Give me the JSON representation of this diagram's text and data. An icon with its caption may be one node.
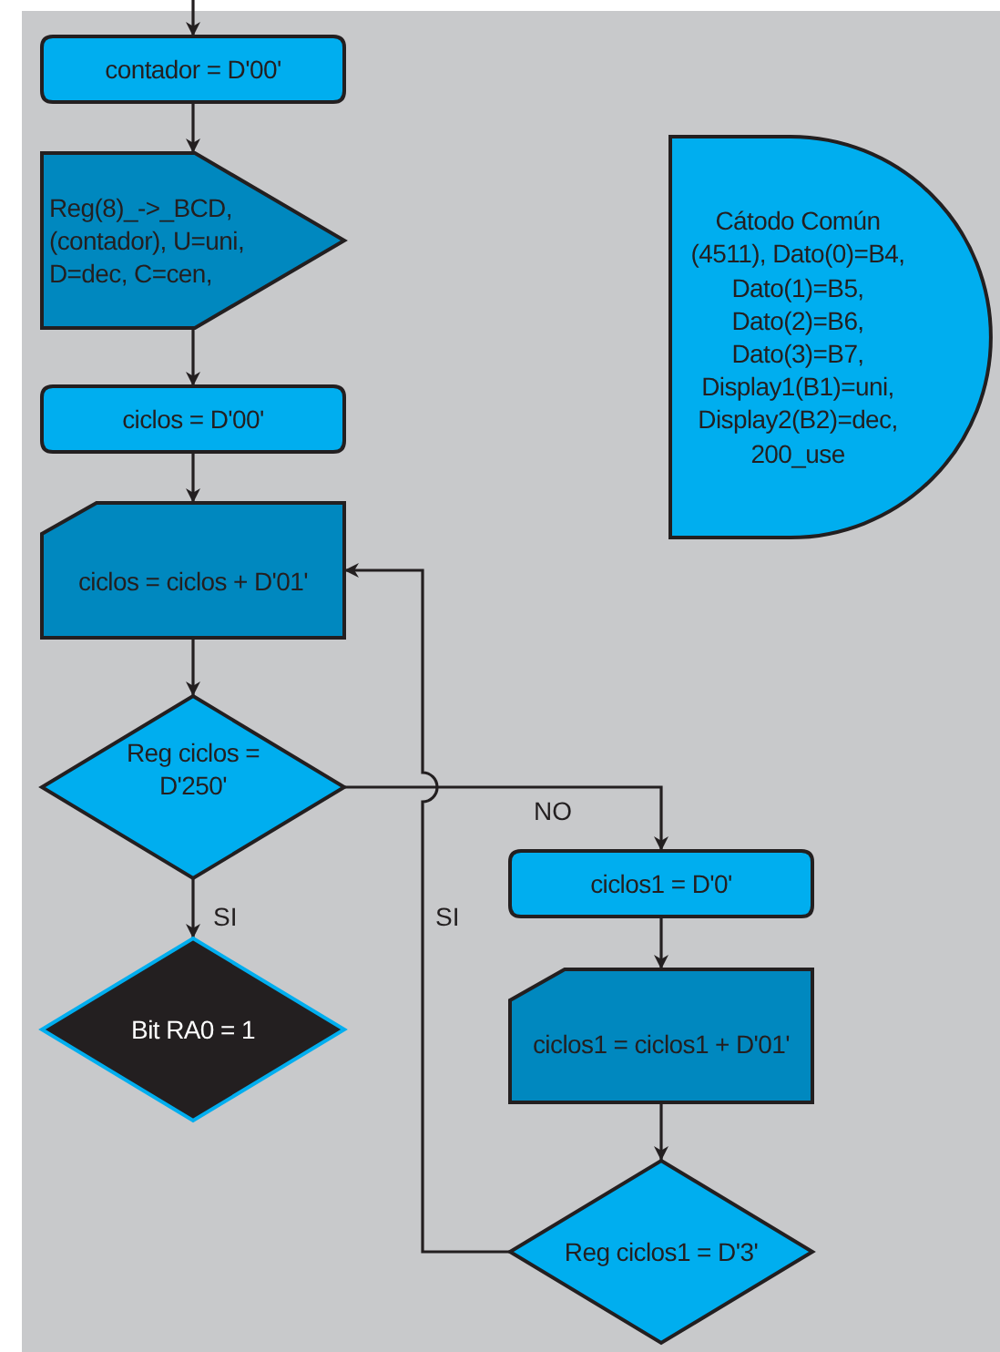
{
  "diagram": {
    "nodes": [
      {
        "text": [
          "contador = D'00'"
        ]
      },
      {
        "text": [
          "Reg(8)_->_BCD, (contador), U=uni, D=dec, C=cen,"
        ]
      },
      {
        "text": [
          "ciclos = D'00'"
        ]
      },
      {
        "text": [
          "ciclos = ciclos + D'01'"
        ]
      },
      {
        "text": [
          "Reg ciclos = D'250'"
        ]
      },
      {
        "text": [
          "Bit RA0 = 1"
        ]
      },
      {
        "text": [
          "ciclos1 = D'0'"
        ]
      },
      {
        "text": [
          "ciclos1 = ciclos1 + D'01'"
        ]
      },
      {
        "text": [
          "Reg ciclos1 = D'3'"
        ]
      },
      {
        "text": [
          "Cátodo Común (4511), Dato(0)=B4, Dato(1)=B5, Dato(2)=B6, Dato(3)=B7, Display1(B1)=uni, Display2(B2)=dec, 200_use"
        ]
      }
    ],
    "edges": [
      {
        "from": null,
        "to": 0,
        "arrow": "to"
      },
      {
        "from": 0,
        "to": 1,
        "arrow": "to"
      },
      {
        "from": 1,
        "to": 2,
        "arrow": "to"
      },
      {
        "from": 2,
        "to": 3,
        "arrow": "to"
      },
      {
        "from": 3,
        "to": 4,
        "arrow": "to"
      },
      {
        "from": 4,
        "to": 5,
        "arrow": "to",
        "label": "SI"
      },
      {
        "from": 4,
        "to": 6,
        "arrow": "to",
        "label": "NO"
      },
      {
        "from": 6,
        "to": 7,
        "arrow": "to"
      },
      {
        "from": 7,
        "to": 8,
        "arrow": "to"
      },
      {
        "from": 8,
        "to": 3,
        "arrow": "to",
        "label": "SI"
      }
    ]
  }
}
